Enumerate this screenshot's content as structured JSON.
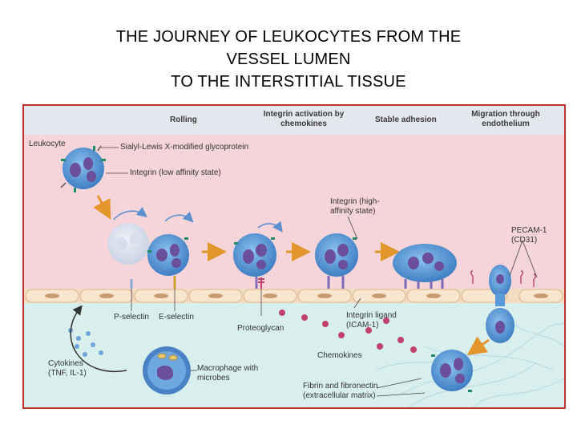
{
  "title": {
    "line1": "THE JOURNEY OF LEUKOCYTES FROM THE",
    "line2": "VESSEL LUMEN",
    "line3": "TO THE INTERSTITIAL TISSUE"
  },
  "stages": {
    "rolling": "Rolling",
    "integrin_activation": "Integrin activation by chemokines",
    "stable_adhesion": "Stable adhesion",
    "migration": "Migration through endothelium"
  },
  "labels": {
    "leukocyte": "Leukocyte",
    "sialyl": "Sialyl-Lewis X-modified glycoprotein",
    "integrin_low": "Integrin (low affinity state)",
    "integrin_high": "Integrin (high-affinity state)",
    "pecam": "PECAM-1 (CD31)",
    "p_selectin": "P-selectin",
    "e_selectin": "E-selectin",
    "proteoglycan": "Proteoglycan",
    "integrin_ligand": "Integrin ligand (ICAM-1)",
    "chemokines": "Chemokines",
    "cytokines": "Cytokines (TNF, IL-1)",
    "macrophage": "Macrophage with microbes",
    "fibrin": "Fibrin and fibronectin (extracellular matrix)"
  },
  "colors": {
    "frame": "#c0322f",
    "header_band": "#e4e7ee",
    "lumen": "#f6d5da",
    "tissue": "#d8efed",
    "endothelium": "#f4dcc0",
    "cell_body": "#5b9ad8",
    "nucleus": "#6a4f9c",
    "arrow": "#e3962b"
  }
}
